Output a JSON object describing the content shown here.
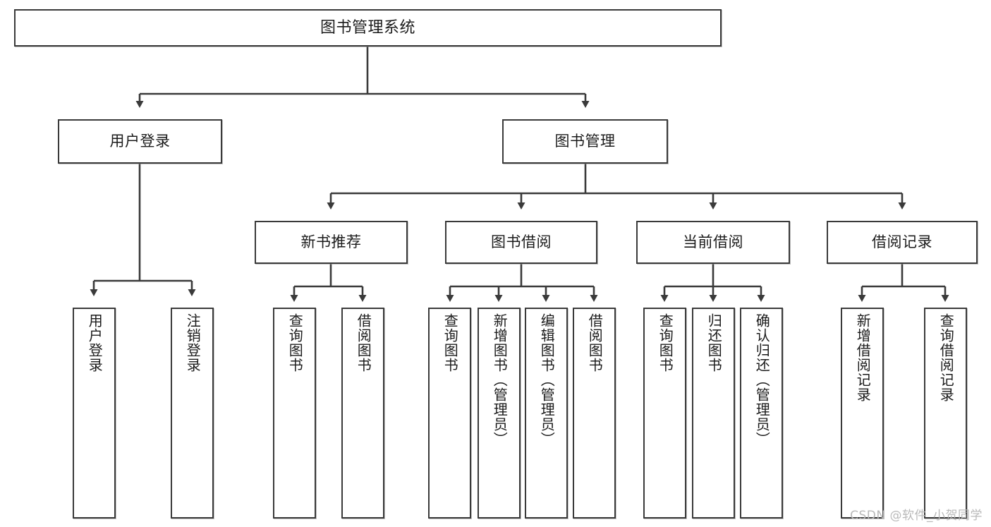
{
  "diagram": {
    "title": "图书管理系统",
    "type": "tree-hierarchy-diagram",
    "watermark": "CSDN @软件_小贺同学",
    "colors": {
      "background": "#ffffff",
      "box_border": "#3a3a3a",
      "box_fill": "#ffffff",
      "text": "#1b1b1b",
      "edge": "#3a3a3a",
      "watermark": "#b9b9b9"
    },
    "nodes": {
      "root": {
        "label": "图书管理系统"
      },
      "tier2": [
        {
          "id": "user-login",
          "label": "用户登录"
        },
        {
          "id": "book-manage",
          "label": "图书管理"
        }
      ],
      "tier3": [
        {
          "id": "new-book-rec",
          "label": "新书推荐"
        },
        {
          "id": "book-borrow",
          "label": "图书借阅"
        },
        {
          "id": "current-borrow",
          "label": "当前借阅"
        },
        {
          "id": "borrow-record",
          "label": "借阅记录"
        }
      ],
      "leaves": {
        "user-login": [
          {
            "id": "leaf-user-login",
            "label": "用户登录"
          },
          {
            "id": "leaf-logout-login",
            "label": "注销登录"
          }
        ],
        "new-book-rec": [
          {
            "id": "leaf-query-book-1",
            "label": "查询图书"
          },
          {
            "id": "leaf-borrow-book-1",
            "label": "借阅图书"
          }
        ],
        "book-borrow": [
          {
            "id": "leaf-query-book-2",
            "label": "查询图书"
          },
          {
            "id": "leaf-add-book",
            "label": "新增图书（管理员）"
          },
          {
            "id": "leaf-edit-book",
            "label": "编辑图书（管理员）"
          },
          {
            "id": "leaf-borrow-book-2",
            "label": "借阅图书"
          }
        ],
        "current-borrow": [
          {
            "id": "leaf-query-book-3",
            "label": "查询图书"
          },
          {
            "id": "leaf-return-book",
            "label": "归还图书"
          },
          {
            "id": "leaf-confirm-return",
            "label": "确认归还（管理员）"
          }
        ],
        "borrow-record": [
          {
            "id": "leaf-add-record",
            "label": "新增借阅记录"
          },
          {
            "id": "leaf-query-record",
            "label": "查询借阅记录"
          }
        ]
      }
    }
  }
}
